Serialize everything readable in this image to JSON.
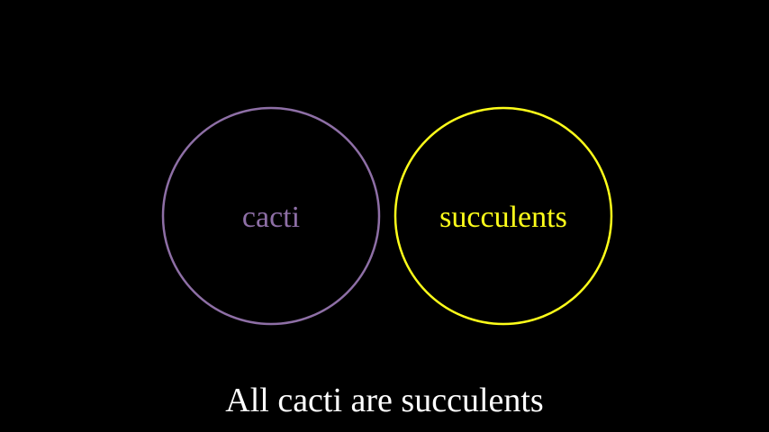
{
  "diagram": {
    "sets": [
      {
        "label": "cacti",
        "color": "#8e6fa6"
      },
      {
        "label": "succulents",
        "color": "#ffff1a"
      }
    ],
    "caption": "All cacti are succulents",
    "background": "#000000"
  }
}
